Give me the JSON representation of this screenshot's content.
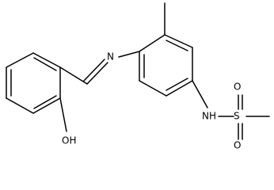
{
  "atoms": {
    "imine_n": "N",
    "amide_nh": "NH",
    "sulfur": "S",
    "oxygen_top": "O",
    "oxygen_bottom": "O",
    "hydroxyl": "OH"
  }
}
